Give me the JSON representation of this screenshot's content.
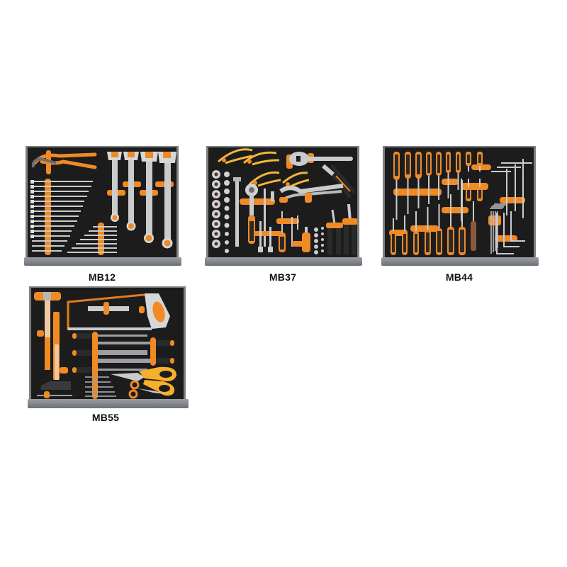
{
  "colors": {
    "foam": "#1c1c1d",
    "orange": "#f08a24",
    "orange_light": "#f7a343",
    "steel": "#c9cbcd",
    "steel_dark": "#8d9095",
    "rail": "#8a8d93",
    "handle_black": "#2a2a2a",
    "label": "#111111",
    "background": "#ffffff"
  },
  "trays": [
    {
      "id": "MB12",
      "label": "MB12",
      "contents": [
        "slip-joint pliers",
        "combination wrenches small set",
        "combination wrenches large set",
        "combination wrenches medium set"
      ]
    },
    {
      "id": "MB37",
      "label": "MB37",
      "contents": [
        "sockets",
        "circlip pliers",
        "adjustable wrench",
        "diagonal cutters",
        "locking pliers",
        "ratchet",
        "extension bars",
        "universal joint",
        "nut drivers",
        "bit sockets",
        "long nose pliers",
        "combination pliers"
      ]
    },
    {
      "id": "MB44",
      "label": "MB44",
      "contents": [
        "screwdrivers",
        "stubby screwdrivers",
        "voltage tester",
        "hex key set",
        "T-handle hex keys"
      ]
    },
    {
      "id": "MB55",
      "label": "MB55",
      "contents": [
        "soft-face hammer",
        "mallet",
        "hacksaw",
        "chisel",
        "files",
        "punches",
        "snips",
        "scissors",
        "cold chisel"
      ]
    }
  ]
}
